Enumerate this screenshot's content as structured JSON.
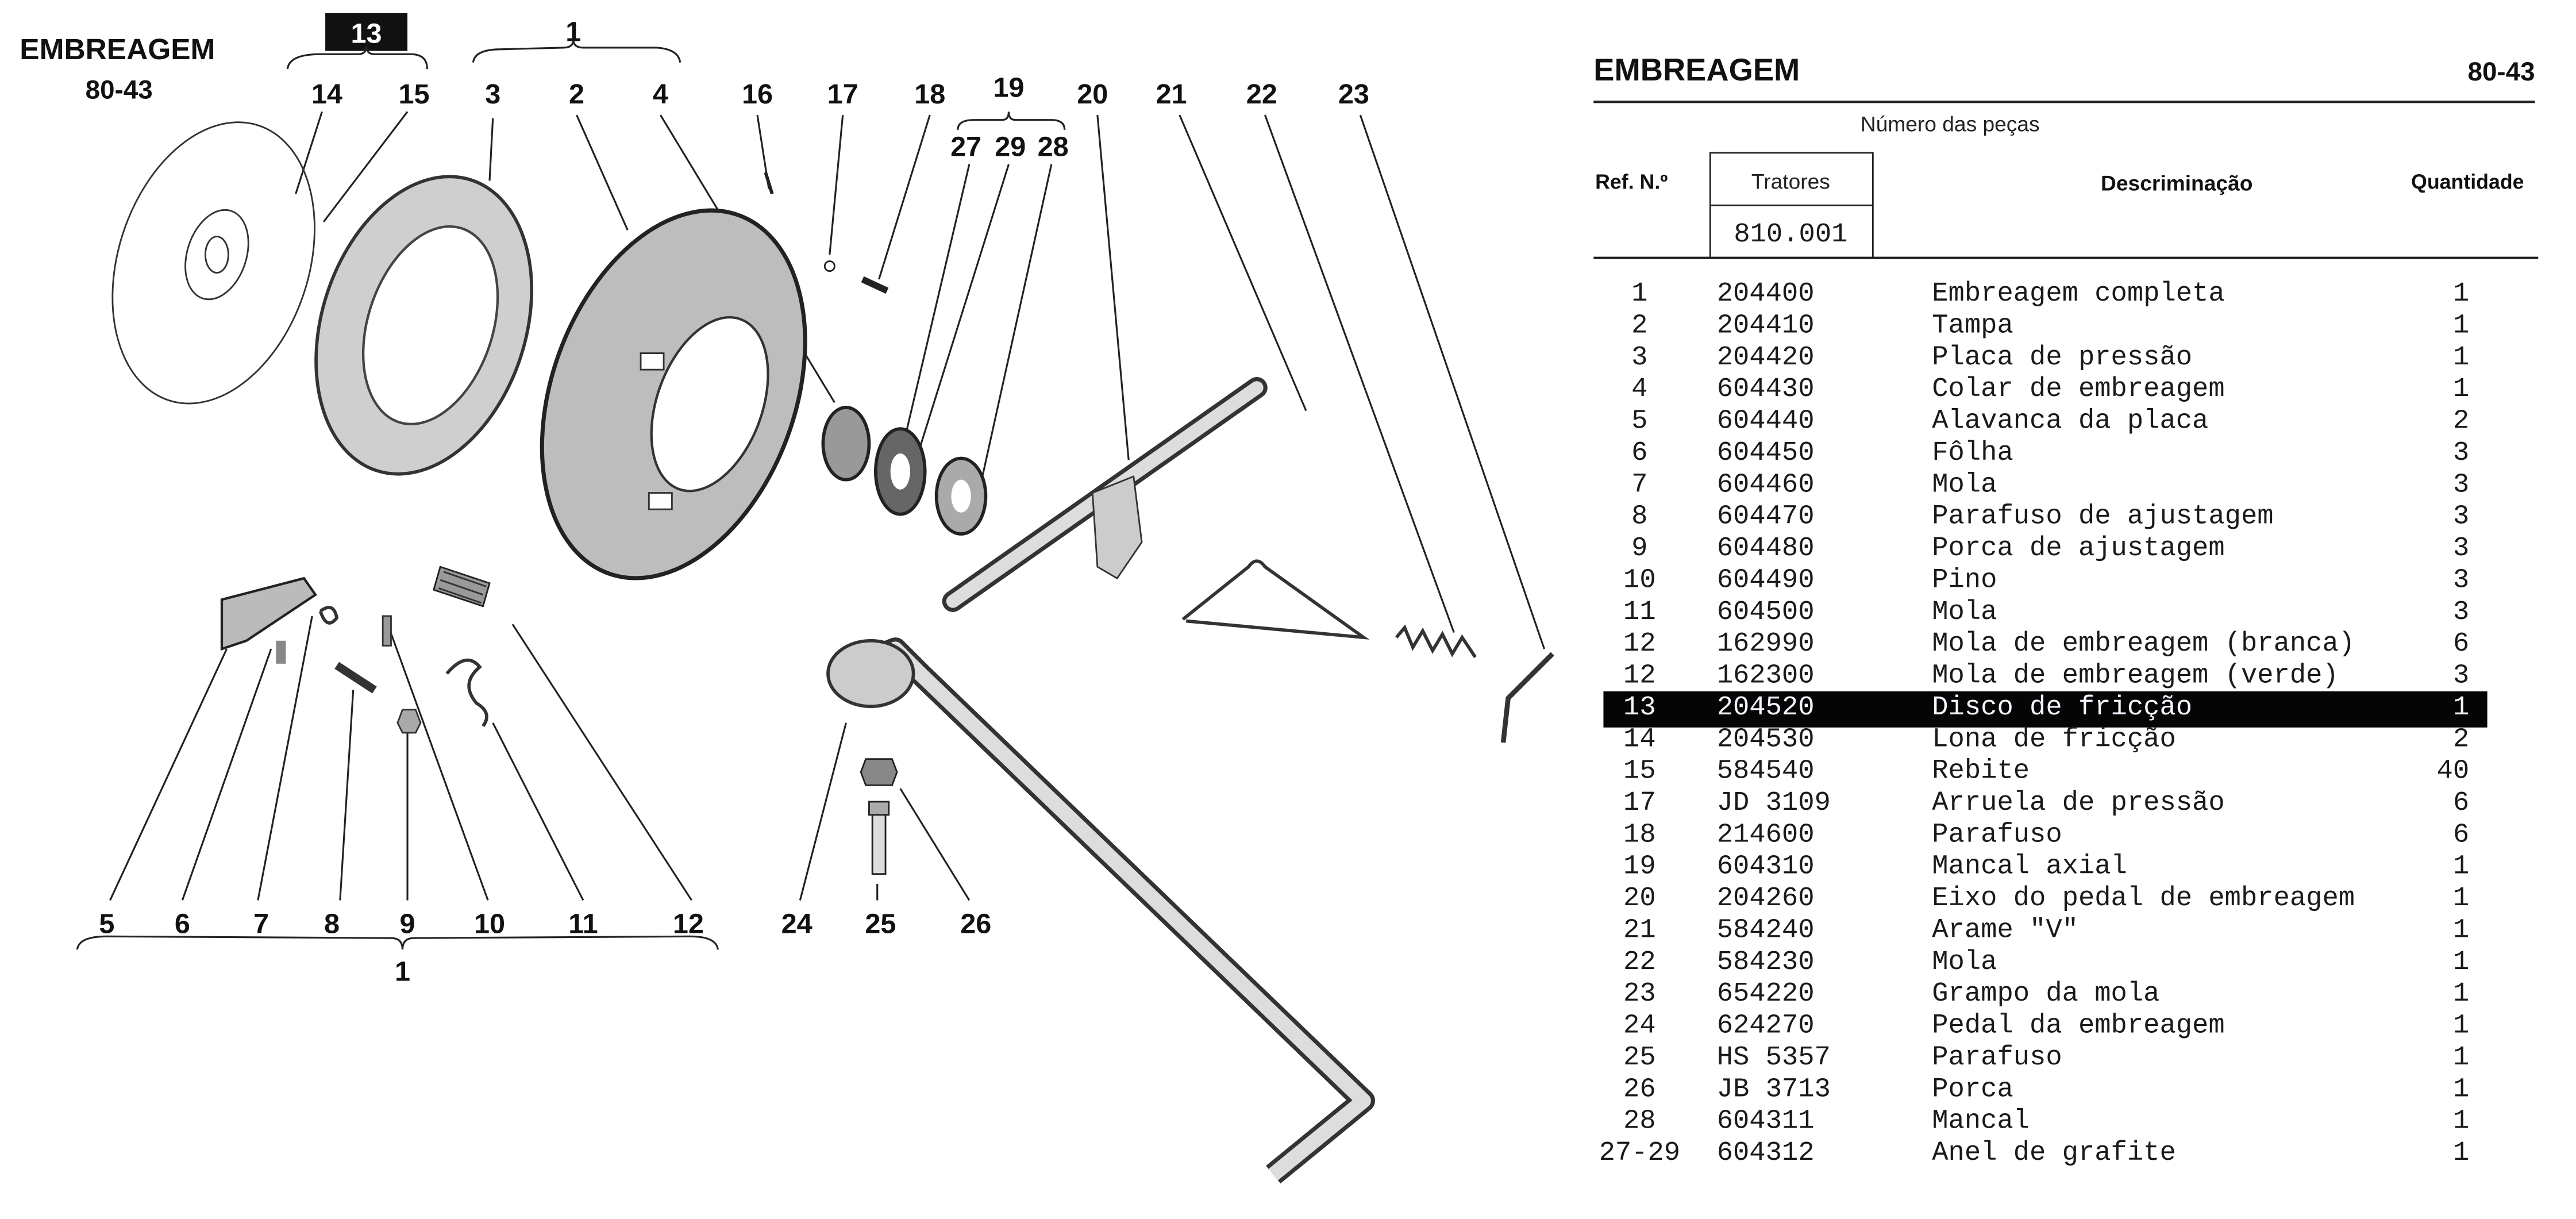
{
  "diagram": {
    "title": "EMBREAGEM",
    "page_code": "80-43",
    "group_labels": {
      "disc": "13",
      "complete": "1",
      "bearing": "19",
      "small_parts": "1"
    },
    "callouts_top": [
      "14",
      "15",
      "3",
      "2",
      "4",
      "16",
      "17",
      "18",
      "20",
      "21",
      "22",
      "23"
    ],
    "callouts_bearing": [
      "27",
      "29",
      "28"
    ],
    "callouts_bottom": [
      "5",
      "6",
      "7",
      "8",
      "9",
      "10",
      "11",
      "12",
      "24",
      "25",
      "26"
    ]
  },
  "table": {
    "title": "EMBREAGEM",
    "page_code": "80-43",
    "group_header": "Número das peças",
    "col_ref": "Ref. N.º",
    "col_tractors": "Tratores",
    "col_tractor_model": "810.001",
    "col_description": "Descriminação",
    "col_quantity": "Quantidade",
    "highlight_ref": "13",
    "rows": [
      {
        "ref": "1",
        "part": "204400",
        "desc": "Embreagem completa",
        "qty": "1"
      },
      {
        "ref": "2",
        "part": "204410",
        "desc": "Tampa",
        "qty": "1"
      },
      {
        "ref": "3",
        "part": "204420",
        "desc": "Placa de pressão",
        "qty": "1"
      },
      {
        "ref": "4",
        "part": "604430",
        "desc": "Colar de embreagem",
        "qty": "1"
      },
      {
        "ref": "5",
        "part": "604440",
        "desc": "Alavanca da placa",
        "qty": "2"
      },
      {
        "ref": "6",
        "part": "604450",
        "desc": "Fôlha",
        "qty": "3"
      },
      {
        "ref": "7",
        "part": "604460",
        "desc": "Mola",
        "qty": "3"
      },
      {
        "ref": "8",
        "part": "604470",
        "desc": "Parafuso de ajustagem",
        "qty": "3"
      },
      {
        "ref": "9",
        "part": "604480",
        "desc": "Porca de ajustagem",
        "qty": "3"
      },
      {
        "ref": "10",
        "part": "604490",
        "desc": "Pino",
        "qty": "3"
      },
      {
        "ref": "11",
        "part": "604500",
        "desc": "Mola",
        "qty": "3"
      },
      {
        "ref": "12",
        "part": "162990",
        "desc": "Mola de embreagem (branca)",
        "qty": "6"
      },
      {
        "ref": "12",
        "part": "162300",
        "desc": "Mola de embreagem (verde)",
        "qty": "3"
      },
      {
        "ref": "13",
        "part": "204520",
        "desc": "Disco de fricção",
        "qty": "1"
      },
      {
        "ref": "14",
        "part": "204530",
        "desc": "Lona de fricção",
        "qty": "2"
      },
      {
        "ref": "15",
        "part": "584540",
        "desc": "Rebite",
        "qty": "40"
      },
      {
        "ref": "17",
        "part": "JD 3109",
        "desc": "Arruela de pressão",
        "qty": "6"
      },
      {
        "ref": "18",
        "part": "214600",
        "desc": "Parafuso",
        "qty": "6"
      },
      {
        "ref": "19",
        "part": "604310",
        "desc": "Mancal axial",
        "qty": "1"
      },
      {
        "ref": "20",
        "part": "204260",
        "desc": "Eixo do pedal de embreagem",
        "qty": "1"
      },
      {
        "ref": "21",
        "part": "584240",
        "desc": "Arame \"V\"",
        "qty": "1"
      },
      {
        "ref": "22",
        "part": "584230",
        "desc": "Mola",
        "qty": "1"
      },
      {
        "ref": "23",
        "part": "654220",
        "desc": "Grampo da mola",
        "qty": "1"
      },
      {
        "ref": "24",
        "part": "624270",
        "desc": "Pedal da embreagem",
        "qty": "1"
      },
      {
        "ref": "25",
        "part": "HS 5357",
        "desc": "Parafuso",
        "qty": "1"
      },
      {
        "ref": "26",
        "part": "JB 3713",
        "desc": "Porca",
        "qty": "1"
      },
      {
        "ref": "28",
        "part": "604311",
        "desc": "Mancal",
        "qty": "1"
      },
      {
        "ref": "27-29",
        "part": "604312",
        "desc": "Anel de grafite",
        "qty": "1"
      }
    ]
  }
}
